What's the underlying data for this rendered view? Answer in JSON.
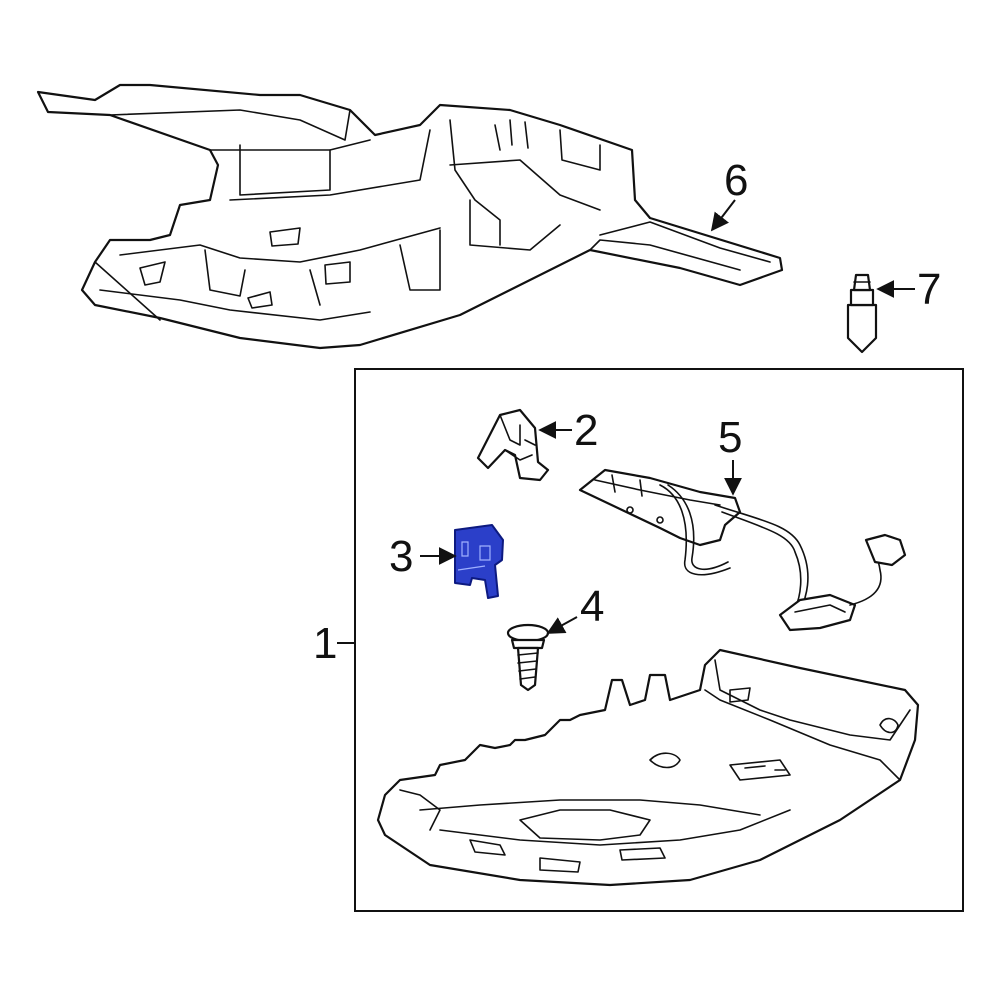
{
  "callouts": [
    {
      "id": "1",
      "label": "1"
    },
    {
      "id": "2",
      "label": "2"
    },
    {
      "id": "3",
      "label": "3"
    },
    {
      "id": "4",
      "label": "4"
    },
    {
      "id": "5",
      "label": "5"
    },
    {
      "id": "6",
      "label": "6"
    },
    {
      "id": "7",
      "label": "7"
    }
  ],
  "colors": {
    "line": "#111111",
    "background": "#ffffff",
    "highlight": "#2b3fc9",
    "highlight_stroke": "#0d1a80"
  }
}
